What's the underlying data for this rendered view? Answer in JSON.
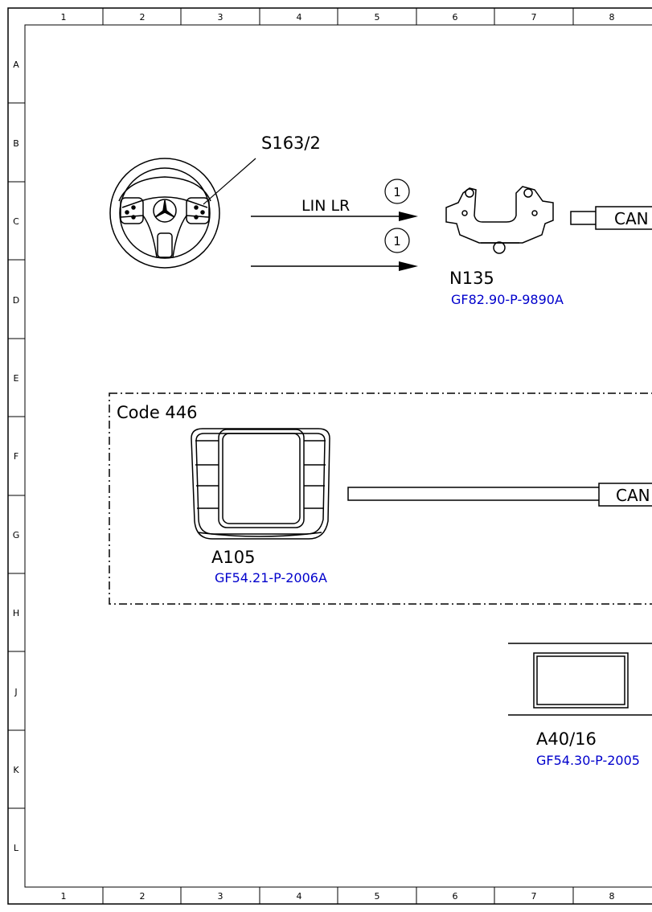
{
  "frame": {
    "columns": [
      "1",
      "2",
      "3",
      "4",
      "5",
      "6",
      "7",
      "8"
    ],
    "rows": [
      "A",
      "B",
      "C",
      "D",
      "E",
      "F",
      "G",
      "H",
      "J",
      "K",
      "L"
    ]
  },
  "components": {
    "steering_switch": {
      "code": "S163/2"
    },
    "n135": {
      "code": "N135",
      "ref": "GF82.90-P-9890A"
    },
    "a105": {
      "code": "A105",
      "ref": "GF54.21-P-2006A"
    },
    "a40_16": {
      "code": "A40/16",
      "ref": "GF54.30-P-2005"
    }
  },
  "signals": {
    "lin_label": "LIN LR",
    "marker_1": "1",
    "marker_2": "1",
    "can_top": "CAN",
    "can_mid": "CAN"
  },
  "option_group": {
    "label": "Code 446"
  },
  "colors": {
    "link": "#0000cc",
    "line": "#000000"
  }
}
